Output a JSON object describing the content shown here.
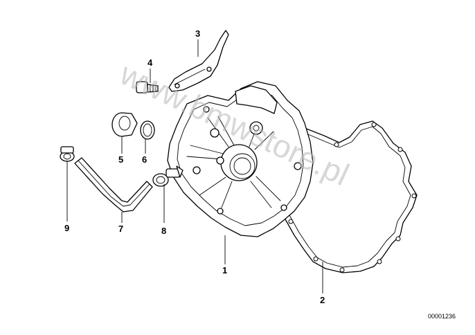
{
  "diagram": {
    "callouts": [
      {
        "id": "1",
        "label": "1"
      },
      {
        "id": "2",
        "label": "2"
      },
      {
        "id": "3",
        "label": "3"
      },
      {
        "id": "4",
        "label": "4"
      },
      {
        "id": "5",
        "label": "5"
      },
      {
        "id": "6",
        "label": "6"
      },
      {
        "id": "7",
        "label": "7"
      },
      {
        "id": "8",
        "label": "8"
      },
      {
        "id": "9",
        "label": "9"
      }
    ],
    "reference_number": "00001236",
    "watermark": "www.bmwstore.pl"
  }
}
